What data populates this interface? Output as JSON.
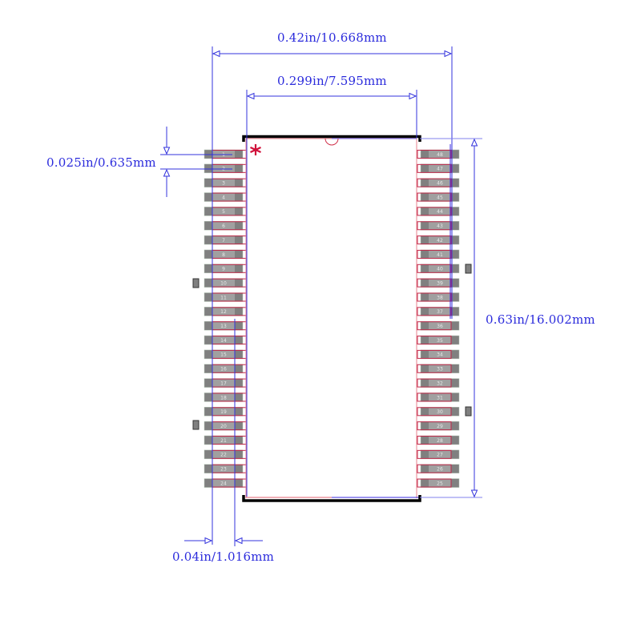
{
  "footprint": {
    "package": "48-pin SOP/TSOP footprint",
    "pin_count": 48,
    "pin1_marker": "*",
    "colors": {
      "dimension": "#3333dd",
      "pad_fill": "#808080",
      "pad_inner": "#a0a0a0",
      "pad_outline": "#c0284a",
      "body_outline": "#e06070",
      "silkscreen": "#000000",
      "pin1_marker": "#d0103a",
      "pin_number_text": "#e8e8e8"
    }
  },
  "dimensions": {
    "overall_width": "0.42in/10.668mm",
    "body_width": "0.299in/7.595mm",
    "pitch": "0.025in/0.635mm",
    "overall_length": "0.63in/16.002mm",
    "pad_length": "0.04in/1.016mm"
  },
  "pins": {
    "left": [
      "1",
      "2",
      "3",
      "4",
      "5",
      "6",
      "7",
      "8",
      "9",
      "10",
      "11",
      "12",
      "13",
      "14",
      "15",
      "16",
      "17",
      "18",
      "19",
      "20",
      "21",
      "22",
      "23",
      "24"
    ],
    "right": [
      "48",
      "47",
      "46",
      "45",
      "44",
      "43",
      "42",
      "41",
      "40",
      "39",
      "38",
      "37",
      "36",
      "35",
      "34",
      "33",
      "32",
      "31",
      "30",
      "29",
      "28",
      "27",
      "26",
      "25"
    ]
  },
  "markers": {
    "left_side_marks_at_pins": [
      "10",
      "20"
    ],
    "right_side_marks_at_pins": [
      "40",
      "30"
    ]
  }
}
